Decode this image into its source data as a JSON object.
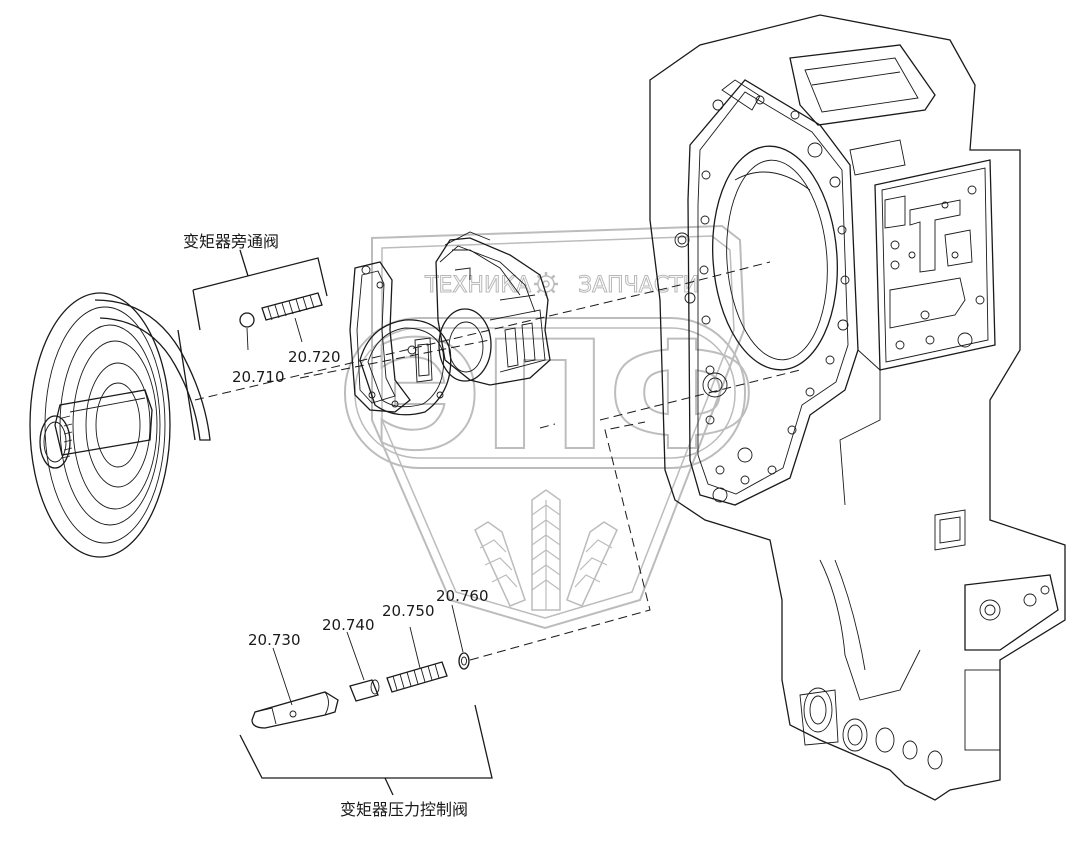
{
  "groups": {
    "bypass_valve_title": "变矩器旁通阀",
    "pressure_valve_title": "变矩器压力控制阀"
  },
  "parts": [
    {
      "id": "p710",
      "label": "20.710"
    },
    {
      "id": "p720",
      "label": "20.720"
    },
    {
      "id": "p730",
      "label": "20.730"
    },
    {
      "id": "p740",
      "label": "20.740"
    },
    {
      "id": "p750",
      "label": "20.750"
    },
    {
      "id": "p760",
      "label": "20.760"
    }
  ],
  "watermark": {
    "left_text": "ТЕХНИКА",
    "right_text": "ЗАПЧАСТИ",
    "big_text": "ЭПФ",
    "gear_icon": "gear-icon",
    "color": "#bcbcbc"
  }
}
